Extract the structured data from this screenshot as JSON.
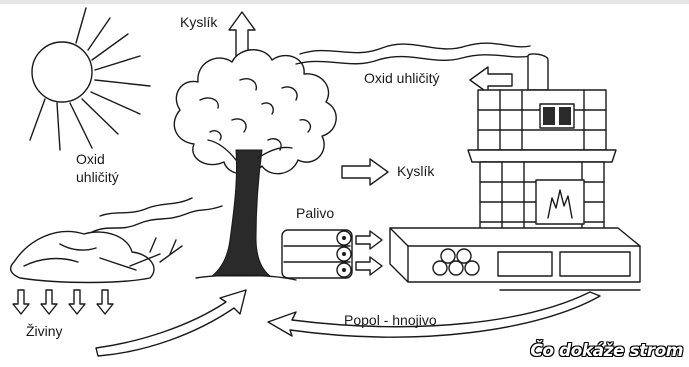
{
  "labels": {
    "oxygen_top": "Kyslík",
    "oxygen_right": "Kyslík",
    "co2_right": "Oxid uhličitý",
    "co2_left_line1": "Oxid",
    "co2_left_line2": "uhličitý",
    "fuel": "Palivo",
    "ash": "Popol - hnojivo",
    "nutrients": "Živiny"
  },
  "caption": "Čo dokáže strom",
  "colors": {
    "ink": "#1a1a1a",
    "background": "#ffffff",
    "caption_fill": "#ffffff",
    "caption_outline": "#000000"
  }
}
